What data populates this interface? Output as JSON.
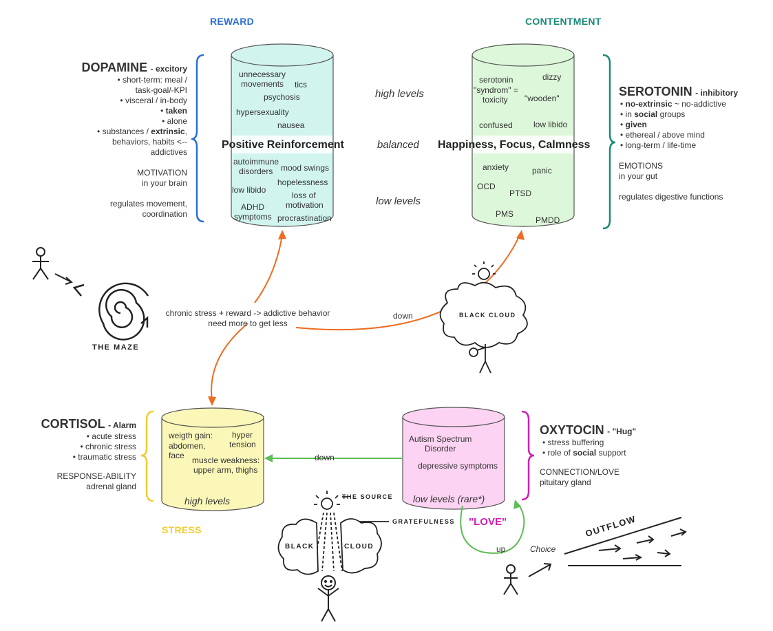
{
  "categories": {
    "reward": {
      "label": "REWARD",
      "color": "#2a6fd6"
    },
    "contentment": {
      "label": "CONTENTMENT",
      "color": "#1a8a77"
    },
    "stress": {
      "label": "STRESS",
      "color": "#f2cd2e"
    }
  },
  "levels": {
    "high": "high levels",
    "balanced": "balanced",
    "low": "low levels"
  },
  "dopamine": {
    "name": "DOPAMINE",
    "type": "- excitory",
    "lines": [
      "• short-term: meal /",
      "task-goal/-KPI",
      "• visceral / in-body"
    ],
    "taken": "taken",
    "alone": "• alone",
    "substances_pre": "• substances / ",
    "extrinsic": "extrinsic",
    "substances_post": ",",
    "lines2": [
      "behaviors, habits <--",
      "addictives"
    ],
    "motivation": [
      "MOTIVATION",
      "in your brain"
    ],
    "regulates": [
      "regulates movement,",
      "coordination"
    ],
    "bracket_color": "#2a6fd6"
  },
  "dopamine_cylinder": {
    "high": [
      "unnecessary",
      "movements",
      "tics",
      "psychosis",
      "hypersexuality",
      "nausea"
    ],
    "mid": "Positive Reinforcement",
    "low": [
      "autoimmune",
      "disorders",
      "mood swings",
      "hopelessness",
      "low libido",
      "loss of",
      "motivation",
      "ADHD",
      "symptoms",
      "procrastination"
    ],
    "fill": "#d2f4ee"
  },
  "serotonin": {
    "name": "SEROTONIN",
    "type": "- inhibitory",
    "no_extrinsic": "no-extrinsic",
    "no_extrinsic_post": " ~ no-addictive",
    "in_pre": "• in ",
    "social": "social",
    "groups": " groups",
    "given": "given",
    "ethereal": "• ethereal / above mind",
    "longterm": "• long-term / life-time",
    "emotions": [
      "EMOTIONS",
      "in your gut"
    ],
    "regulates": "regulates digestive functions",
    "bracket_color": "#1a8a77"
  },
  "serotonin_cylinder": {
    "high": [
      "serotonin",
      "\"syndrom\" =",
      "toxicity",
      "dizzy",
      "\"wooden\"",
      "confused",
      "low libido"
    ],
    "mid": "Happiness, Focus, Calmness",
    "low": [
      "anxiety",
      "panic",
      "OCD",
      "PTSD",
      "PMS",
      "PMDD"
    ],
    "fill": "#dcf7d9"
  },
  "cortisol": {
    "name": "CORTISOL",
    "type": "- Alarm",
    "lines": [
      "• acute stress",
      "• chronic stress",
      "• traumatic stress"
    ],
    "response": [
      "RESPONSE-ABILITY",
      "adrenal gland"
    ],
    "bracket_color": "#f2cd2e"
  },
  "cortisol_cylinder": {
    "items": [
      "weigth gain:",
      "abdomen,",
      "face",
      "hyper",
      "tension",
      "muscle weakness:",
      "upper arm, thighs"
    ],
    "level": "high levels",
    "fill": "#fbf7b8"
  },
  "oxytocin": {
    "name": "OXYTOCIN",
    "type": "- \"Hug\"",
    "stress": "• stress buffering",
    "role_pre": "• role of ",
    "social": "social",
    "support": " support",
    "connection": [
      "CONNECTION/LOVE",
      "pituitary gland"
    ],
    "bracket_color": "#d11fb4"
  },
  "oxytocin_cylinder": {
    "items": [
      "Autism Spectrum",
      "Disorder",
      "depressive symptoms"
    ],
    "level": "low levels (rare*)",
    "fill": "#fcd3f2"
  },
  "arrows": {
    "chronic": [
      "chronic stress + reward -> addictive behavior",
      "need more to get less"
    ],
    "down1": "down",
    "down2": "down",
    "up": "up",
    "love": "\"LOVE\"",
    "love_color": "#d11fb4"
  },
  "sketches": {
    "maze": "THE MAZE",
    "black_cloud": "BLACK CLOUD",
    "the_source": "THE SOURCE",
    "gratefulness": "GRATEFULNESS",
    "black": "BLACK",
    "cloud": "CLOUD",
    "outflow": "OUTFLOW",
    "choice": "Choice"
  }
}
